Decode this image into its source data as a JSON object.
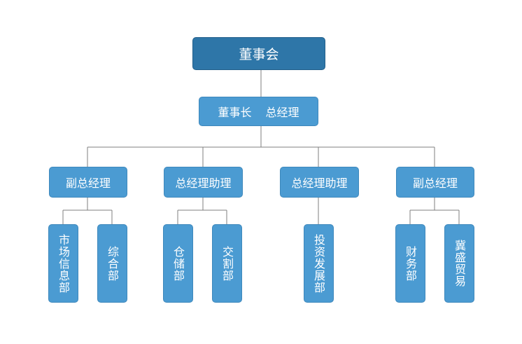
{
  "chart": {
    "board": "董事会",
    "chairman": "董事长",
    "general_manager": "总经理",
    "level2": [
      {
        "label": "副总经理"
      },
      {
        "label": "总经理助理"
      },
      {
        "label": "总经理助理"
      },
      {
        "label": "副总经理"
      }
    ],
    "departments": [
      {
        "label": "市场信息部"
      },
      {
        "label": "综合部"
      },
      {
        "label": "仓储部"
      },
      {
        "label": "交割部"
      },
      {
        "label": "投资发展部"
      },
      {
        "label": "财务部"
      },
      {
        "label": "冀盛贸易"
      }
    ]
  },
  "colors": {
    "top_box": "#2e76a8",
    "box": "#4b9bd2",
    "connector": "#7f7f7f"
  }
}
